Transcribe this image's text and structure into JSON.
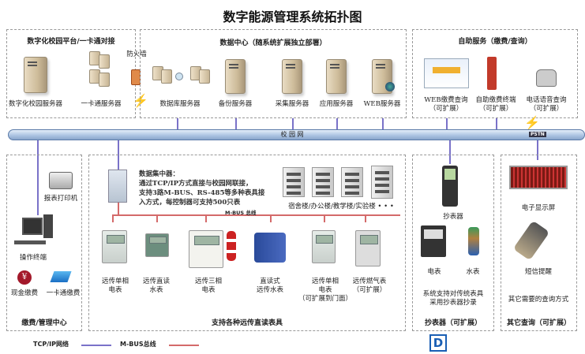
{
  "title": "数字能源管理系统拓扑图",
  "top_left": {
    "heading": "数字化校园平台/一卡通对接",
    "items": [
      "数字化校园服务器",
      "一卡通服务器"
    ],
    "firewall": "防火墙"
  },
  "datacenter": {
    "heading": "数据中心（随系统扩展独立部署）",
    "items": [
      "数据库服务器",
      "备份服务器",
      "采集服务器",
      "应用服务器",
      "WEB服务器"
    ]
  },
  "self_service": {
    "heading": "自助服务（缴费/查询）",
    "items": [
      {
        "label": "WEB缴费查询",
        "sub": "（可扩展）"
      },
      {
        "label": "自助缴费终端",
        "sub": "（可扩展）"
      },
      {
        "label": "电话语音查询",
        "sub": "（可扩展）"
      }
    ]
  },
  "bus": {
    "label": "校 园 网",
    "pstn": "PSTN"
  },
  "mgmt": {
    "heading": "缴费/管理中心",
    "printer": "报表打印机",
    "terminal": "操作终端",
    "cash": "现金缴费",
    "card": "一卡通缴费"
  },
  "meters": {
    "heading": "支持各种远传直读表具",
    "concentrator_text": [
      "数据集中器：",
      "通过TCP/IP方式直接与校园网联接，",
      "支持3路M-BUS、RS-485等多种表具接",
      "入方式，每控制器可支持500只表"
    ],
    "buildings": "宿舍楼/办公楼/教学楼/实验楼 • • •",
    "mbus": "M-BUS 总线",
    "items": [
      [
        "远传单相",
        "电表"
      ],
      [
        "远传直读",
        "水表"
      ],
      [
        "远传三相",
        "电表"
      ],
      [
        "直读式",
        "远传水表"
      ],
      [
        "远传单相",
        "电表",
        "（可扩展到门面）"
      ],
      [
        "远传燃气表",
        "（可扩展）"
      ]
    ]
  },
  "reader": {
    "heading": "抄表器（可扩展）",
    "device": "抄表器",
    "elec": "电表",
    "water": "水表",
    "desc": [
      "系统支持对传统表具",
      "采用抄表器抄录"
    ]
  },
  "other": {
    "heading": "其它查询（可扩展）",
    "screen": "电子显示屏",
    "sms": "短信提醒",
    "desc": "其它需要的查询方式"
  },
  "legend": {
    "tcp": "TCP/IP网络",
    "mbus": "M-BUS总线"
  },
  "colors": {
    "tcp": "#7a72c9",
    "mbus": "#d46a6a",
    "bus": "#b9cde6"
  }
}
